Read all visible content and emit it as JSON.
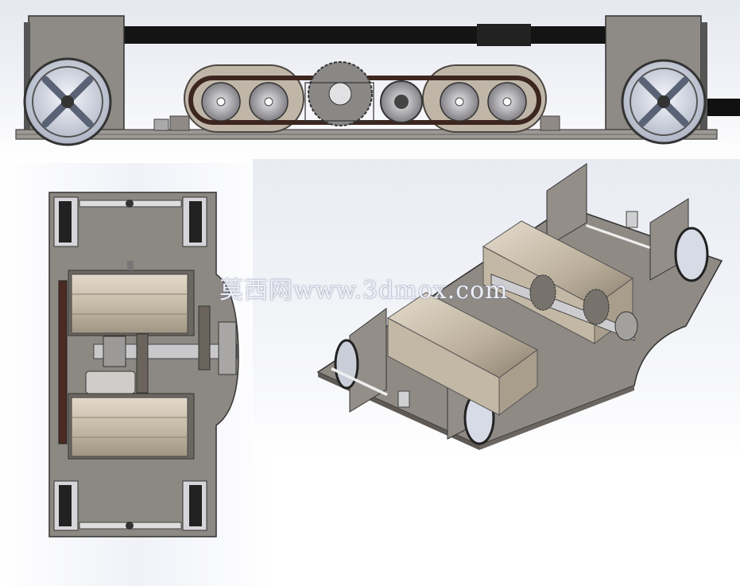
{
  "watermark": {
    "text": "莫西网www.3dmox.com"
  },
  "views": {
    "side": "side-elevation",
    "top": "plan-view",
    "iso": "isometric-view"
  },
  "colors": {
    "plate": "#8f8a84",
    "plate_dark": "#5e5a55",
    "roller": "#cfc6b8",
    "belt": "#4a2d25",
    "rail": "#111111",
    "wheel": "#dfe3ec",
    "gear": "#7c7a78"
  }
}
